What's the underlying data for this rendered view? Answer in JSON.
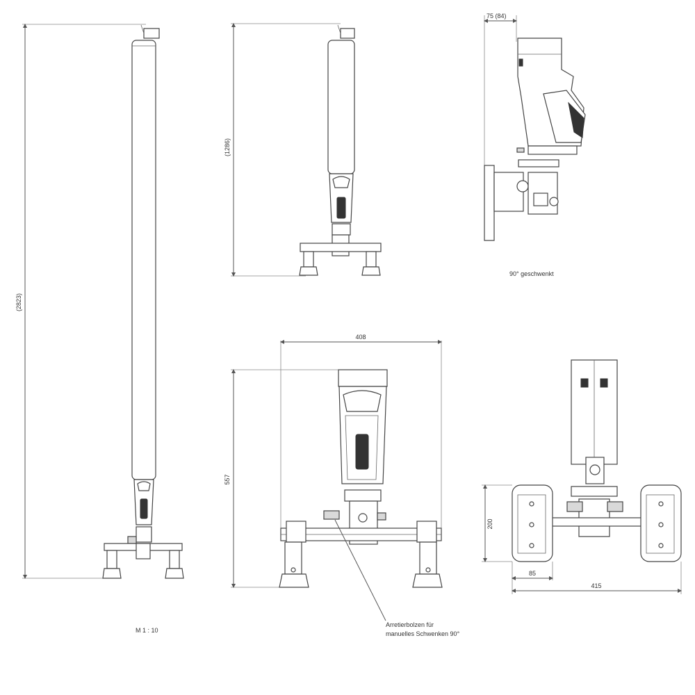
{
  "labels": {
    "height_full": "(2823)",
    "height_compact": "(1286)",
    "depth": "75 (84)",
    "swivel_caption": "90° geschwenkt",
    "width_front": "408",
    "height_front": "557",
    "height_side": "200",
    "foot_width": "85",
    "width_base": "415",
    "scale": "M 1 : 10",
    "note_line1": "Arretierbolzen für",
    "note_line2": "manuelles Schwenken 90°"
  }
}
